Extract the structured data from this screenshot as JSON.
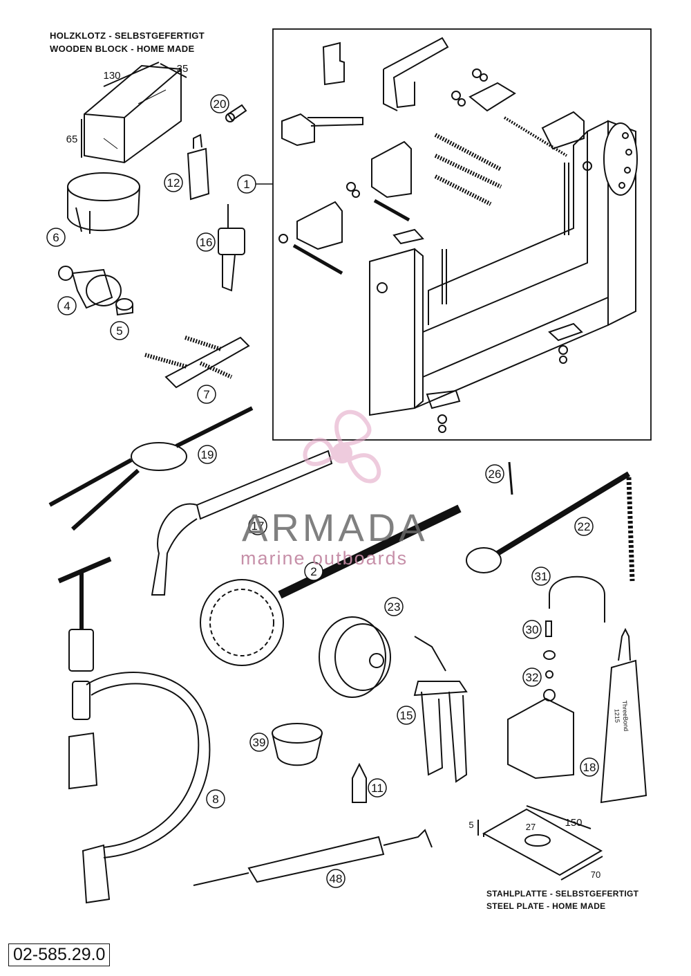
{
  "captions": {
    "wood_de": "HOLZKLOTZ - SELBSTGEFERTIGT",
    "wood_en": "WOODEN BLOCK - HOME MADE",
    "steel_de": "STAHLPLATTE - SELBSTGEFERTIGT",
    "steel_en": "STEEL PLATE - HOME MADE"
  },
  "dimensions": {
    "wood": [
      "130",
      "35",
      "65"
    ],
    "steel": [
      "150",
      "27",
      "5",
      "70"
    ]
  },
  "tube_label": [
    "ThreeBond",
    "1215"
  ],
  "watermark": {
    "title": "ARMADA",
    "subtitle": "marine outboards",
    "color": "#e3a9c8"
  },
  "part_numbers": [
    "20",
    "12",
    "1",
    "6",
    "16",
    "4",
    "5",
    "7",
    "19",
    "26",
    "22",
    "17",
    "2",
    "31",
    "23",
    "30",
    "32",
    "15",
    "39",
    "11",
    "18",
    "8",
    "48"
  ],
  "document_number": "02-585.29.0"
}
